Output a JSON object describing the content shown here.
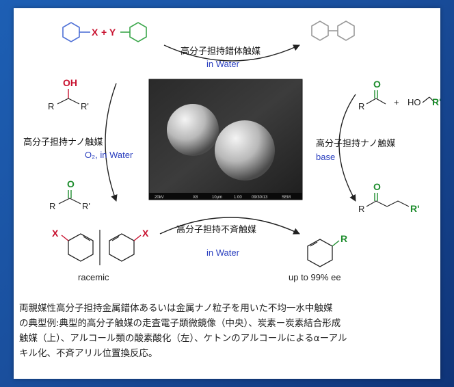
{
  "reactions": {
    "top": {
      "reactant_x": "X",
      "reactant_plus_y": "+ Y",
      "catalyst": "高分子担持錯体触媒",
      "condition": "in Water"
    },
    "left": {
      "reactant_oh": "OH",
      "reactant_r": "R",
      "reactant_r_prime": "R'",
      "catalyst": "高分子担持ナノ触媒",
      "condition": "O₂, in Water",
      "product_o": "O",
      "product_r": "R",
      "product_r_prime": "R'"
    },
    "right": {
      "reactant_o": "O",
      "reactant_r": "R",
      "reactant_plus": "+",
      "alcohol_ho": "HO",
      "alcohol_r": "R'",
      "catalyst": "高分子担持ナノ触媒",
      "condition": "base",
      "product_o": "O",
      "product_r": "R",
      "product_r_prime": "R'"
    },
    "bottom": {
      "substrate_x_left": "X",
      "substrate_x_right": "X",
      "racemic": "racemic",
      "catalyst": "高分子担持不斉触媒",
      "condition": "in Water",
      "product_r": "R",
      "ee": "up to 99% ee"
    }
  },
  "sem_image": {
    "scale_bar_labels": [
      "20kV",
      "X8",
      "10μm",
      "1:00",
      "09/30/13",
      "SEM"
    ]
  },
  "caption": {
    "line1": "両親媒性高分子担持金属錯体あるいは金属ナノ粒子を用いた不均一水中触媒",
    "line2": "の典型例:典型的高分子触媒の走査電子顕微鏡像（中央）、炭素ー炭素結合形成",
    "line3": "触媒（上）、アルコール類の酸素酸化（左）、ケトンのアルコールによるαーアル",
    "line4": "キル化、不斉アリル位置換反応。"
  },
  "colors": {
    "background": "#1a4f9d",
    "panel": "#ffffff",
    "accent_text": "#2a3fbf",
    "red_group": "#c8102e",
    "green_group": "#1c8c2c",
    "ring_blue": "#4d6fd6",
    "ring_green": "#3aa64a"
  }
}
